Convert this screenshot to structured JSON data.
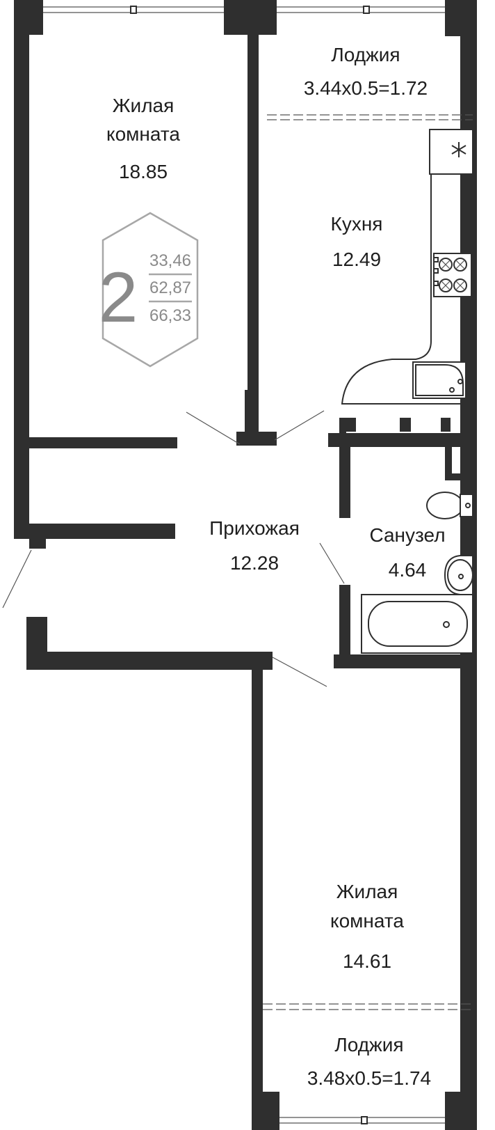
{
  "rooms": {
    "living_room_1": {
      "name_line1": "Жилая",
      "name_line2": "комната",
      "area": "18.85"
    },
    "loggia_1": {
      "name": "Лоджия",
      "formula": "3.44x0.5=1.72"
    },
    "kitchen": {
      "name": "Кухня",
      "area": "12.49"
    },
    "hallway": {
      "name": "Прихожая",
      "area": "12.28"
    },
    "bathroom": {
      "name": "Санузел",
      "area": "4.64"
    },
    "living_room_2": {
      "name_line1": "Жилая",
      "name_line2": "комната",
      "area": "14.61"
    },
    "loggia_2": {
      "name": "Лоджия",
      "formula": "3.48x0.5=1.74"
    }
  },
  "badge": {
    "rooms_count": "2",
    "living_area": "33,46",
    "total_area": "62,87",
    "total_with_loggia": "66,33"
  },
  "icons": {
    "fridge": "asterisk-icon",
    "stove": "four-burner-icon",
    "sink": "sink-icon",
    "toilet": "toilet-icon",
    "washbasin": "washbasin-icon",
    "bathtub": "bathtub-icon"
  }
}
